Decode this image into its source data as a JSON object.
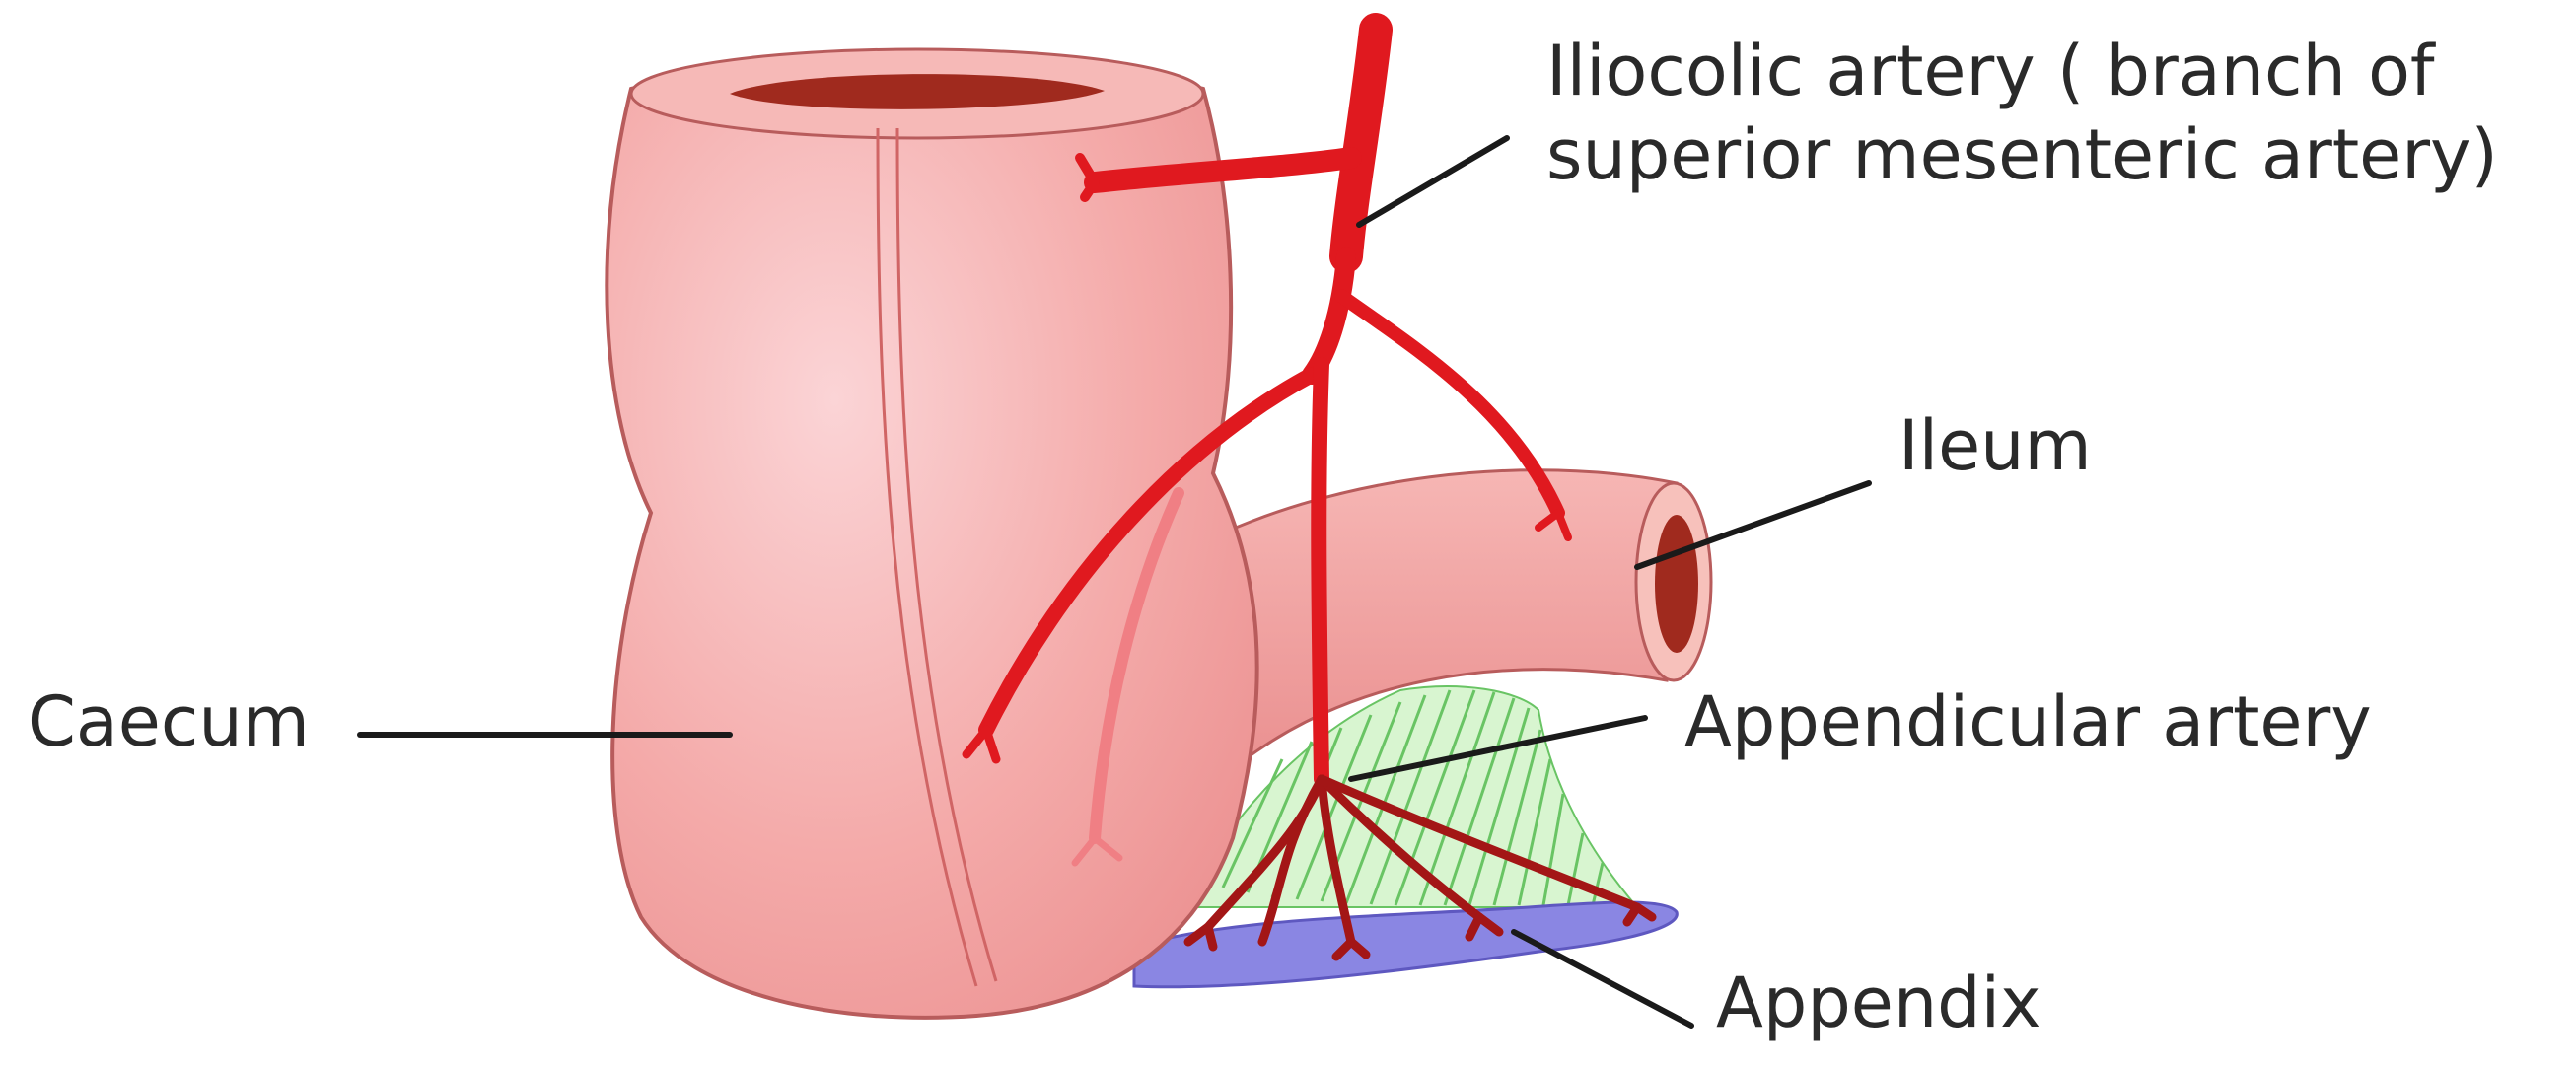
{
  "labels": {
    "iliocolic_line1": "Iliocolic artery ( branch of",
    "iliocolic_line2": "superior mesenteric artery)",
    "ileum": "Ileum",
    "caecum": "Caecum",
    "appendicular": "Appendicular artery",
    "appendix": "Appendix"
  },
  "colors": {
    "bowel_fill": "#f3a7a7",
    "bowel_outline": "#b85c5c",
    "artery": "#e0191f",
    "artery_dark": "#a31616",
    "mesoappendix_fill": "#d8f5d0",
    "mesoappendix_stripe": "#69c464",
    "appendix_fill": "#8a86e3",
    "lumen": "#a02a1e",
    "leader_line": "#1a1a1a"
  }
}
